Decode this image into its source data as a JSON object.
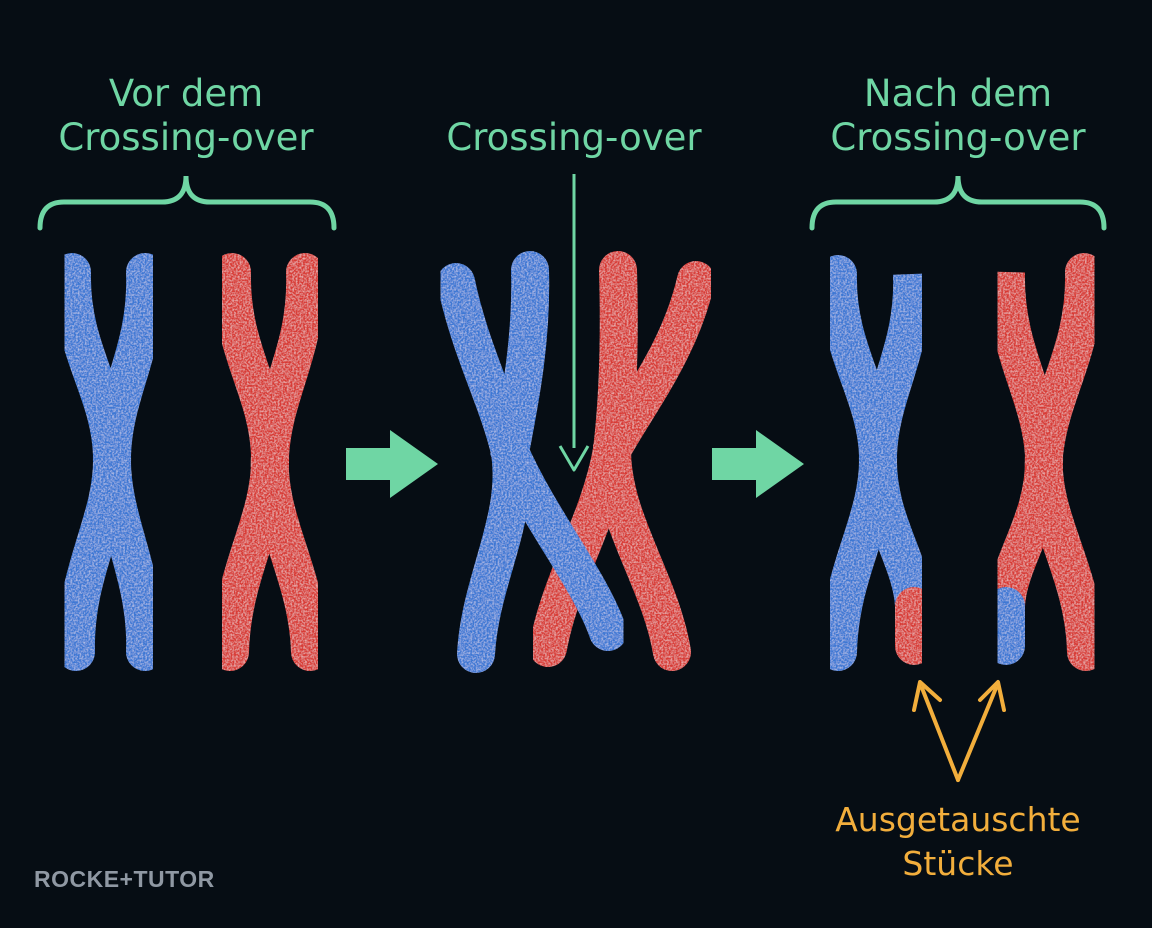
{
  "colors": {
    "background": "#060d14",
    "label": "#6fd6a4",
    "highlight": "#f2ae3c",
    "chromosome_blue": "#3c78d4",
    "chromosome_red": "#d83a36"
  },
  "panels": {
    "before": {
      "title_line1": "Vor dem",
      "title_line2": "Crossing-over"
    },
    "during": {
      "title": "Crossing-over"
    },
    "after": {
      "title_line1": "Nach dem",
      "title_line2": "Crossing-over"
    }
  },
  "annotation": {
    "line1": "Ausgetauschte",
    "line2": "Stücke"
  },
  "logo": {
    "text": "ROCKE+TUTOR"
  }
}
